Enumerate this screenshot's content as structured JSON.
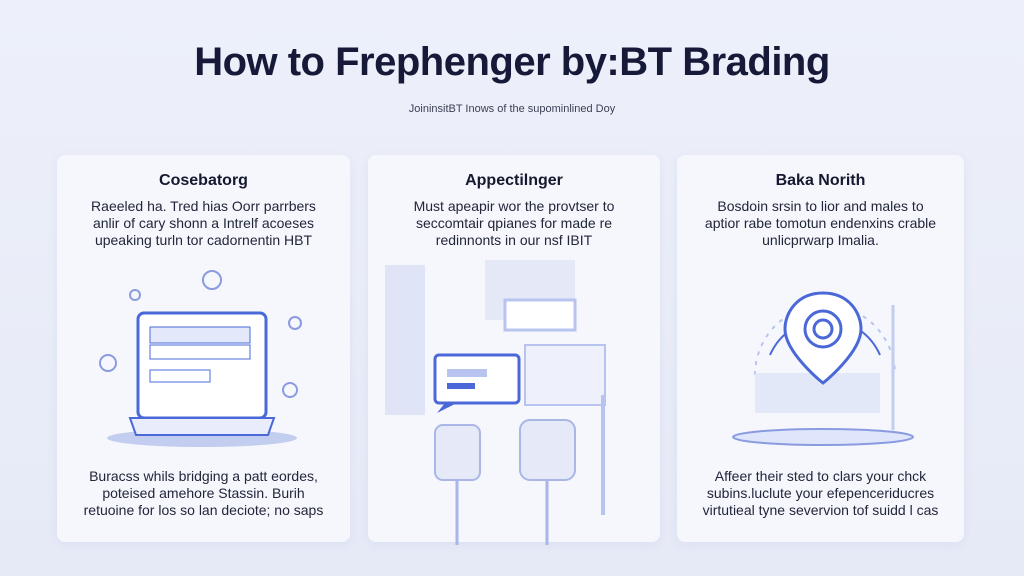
{
  "header": {
    "title": "How to Frephenger by:BT Brading",
    "subtitle": "JoininsitBT Inows of the supominlined Doy"
  },
  "cards": [
    {
      "title": "Cosebatorg",
      "body": [
        "Raeeled ha. Tred hias Oorr parrbers",
        "anlir of cary shonn a Intrelf acoeses",
        "upeaking turln tor cadornentin HBT"
      ],
      "foot": [
        "Buracss whils bridging a patt eordes,",
        "poteised amehore Stassin. Burih",
        "retuoine for los so lan deciote; no saps"
      ]
    },
    {
      "title": "Appectilnger",
      "body": [
        "Must apeapir wor the provtser to",
        "seccomtair qpianes for made re",
        "redinnonts in our nsf IBIT"
      ],
      "foot": []
    },
    {
      "title": "Baka Norith",
      "body": [
        "Bosdoin srsin to lior and males to",
        "aptior rabe tomotun endenxins crable",
        "unlicprwarp Imalia."
      ],
      "foot": [
        "Affeer their sted to clars your chck",
        "subins.luclute your efepenceriducres",
        "virtutieal tyne severvion tof suidd l cas"
      ]
    }
  ],
  "colors": {
    "accent": "#4a68d8",
    "light_accent": "#b8c4ef",
    "card": "#f5f7fd"
  }
}
